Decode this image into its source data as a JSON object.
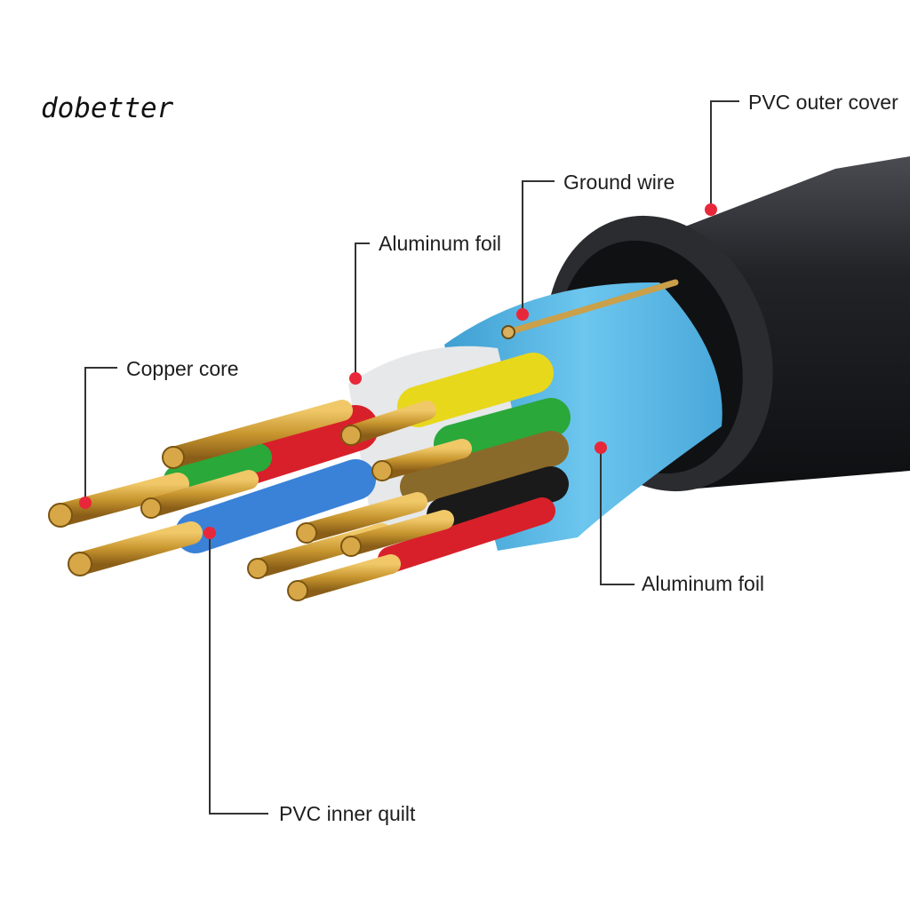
{
  "brand": {
    "wordmark": "dobetter"
  },
  "labels": {
    "pvc_outer_cover": "PVC outer cover",
    "ground_wire": "Ground wire",
    "aluminum_foil_top": "Aluminum foil",
    "copper_core": "Copper core",
    "aluminum_foil_bottom": "Aluminum foil",
    "pvc_inner_quilt": "PVC inner quilt"
  },
  "colors": {
    "outer_jacket": "#1c1d20",
    "blue_shield": "#5cb8e4",
    "white_foil": "#e6e8ea",
    "copper": "#c8962f",
    "marker": "#e8283a",
    "leader": "#333333",
    "insulation_yellow": "#e8d81c",
    "insulation_green": "#2aa83a",
    "insulation_red": "#d8202a",
    "insulation_blue": "#3a82d8",
    "insulation_black": "#1a1a1a",
    "insulation_brown": "#8a6a2a"
  }
}
